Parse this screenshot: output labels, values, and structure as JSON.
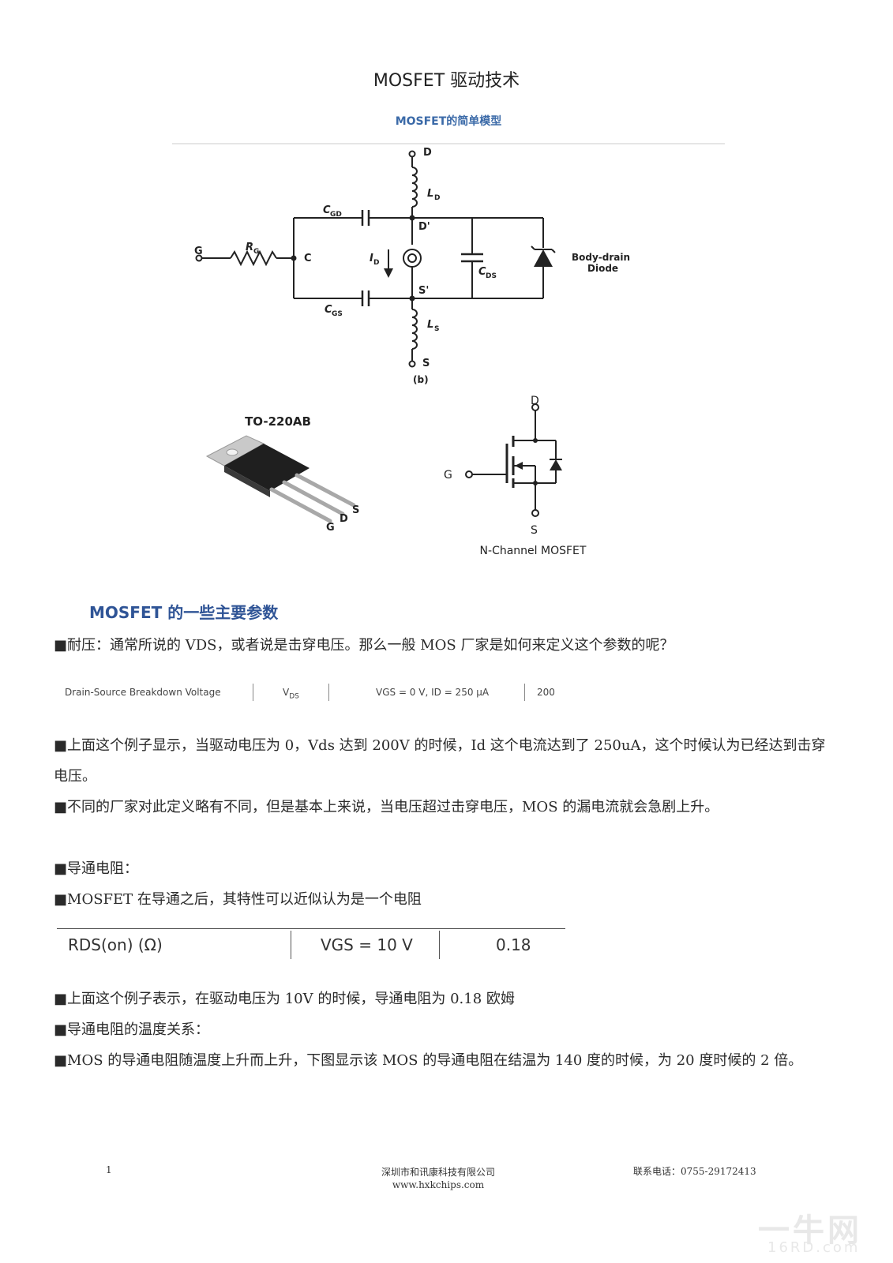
{
  "document": {
    "title": "MOSFET 驱动技术"
  },
  "figure_model": {
    "caption": "MOSFET的简单模型",
    "labels": {
      "D": "D",
      "L_D": "L",
      "L_D_sub": "D",
      "D_prime": "D'",
      "C_GD": "C",
      "C_GD_sub": "GD",
      "G": "G",
      "R_G": "R",
      "R_G_sub": "G",
      "C": "C",
      "I_D": "I",
      "I_D_sub": "D",
      "C_DS": "C",
      "C_DS_sub": "DS",
      "body_diode_1": "Body-drain",
      "body_diode_2": "Diode",
      "S_prime": "S'",
      "C_GS": "C",
      "C_GS_sub": "GS",
      "L_S": "L",
      "L_S_sub": "S",
      "S": "S",
      "panel": "(b)"
    }
  },
  "figure_package": {
    "package_title": "TO-220AB",
    "pin_labels": {
      "S": "S",
      "D": "D",
      "G": "G"
    },
    "symbol_labels": {
      "D": "D",
      "G": "G",
      "S": "S"
    },
    "symbol_caption": "N-Channel MOSFET"
  },
  "section": {
    "heading": "MOSFET 的一些主要参数"
  },
  "paragraphs": {
    "p1": "■耐压：通常所说的 VDS，或者说是击穿电压。那么一般 MOS 厂家是如何来定义这个参数的呢？",
    "p2": "■上面这个例子显示，当驱动电压为 0，Vds 达到 200V 的时候，Id 这个电流达到了 250uA，这个时候认为已经达到击穿电压。",
    "p3": "■不同的厂家对此定义略有不同，但是基本上来说，当电压超过击穿电压，MOS 的漏电流就会急剧上升。",
    "p4": "■导通电阻：",
    "p5": "■MOSFET 在导通之后，其特性可以近似认为是一个电阻",
    "p6": "■上面这个例子表示，在驱动电压为 10V 的时候，导通电阻为 0.18 欧姆",
    "p7": "■导通电阻的温度关系：",
    "p8": "■MOS 的导通电阻随温度上升而上升，下图显示该 MOS 的导通电阻在结温为 140 度的时候，为 20 度时候的 2 倍。"
  },
  "spec_row": {
    "parameter": "Drain-Source Breakdown Voltage",
    "symbol_main": "V",
    "symbol_sub": "DS",
    "condition": "VGS = 0 V, ID = 250 μA",
    "value": "200"
  },
  "rds_table": {
    "param": "RDS(on) (Ω)",
    "condition": "VGS = 10 V",
    "value": "0.18"
  },
  "footer": {
    "page_number": "1",
    "company": "深圳市和讯康科技有限公司",
    "website": "www.hxkchips.com",
    "contact": "联系电话：0755-29172413"
  },
  "watermark": {
    "text": "一牛网",
    "sub": "16RD.com"
  }
}
